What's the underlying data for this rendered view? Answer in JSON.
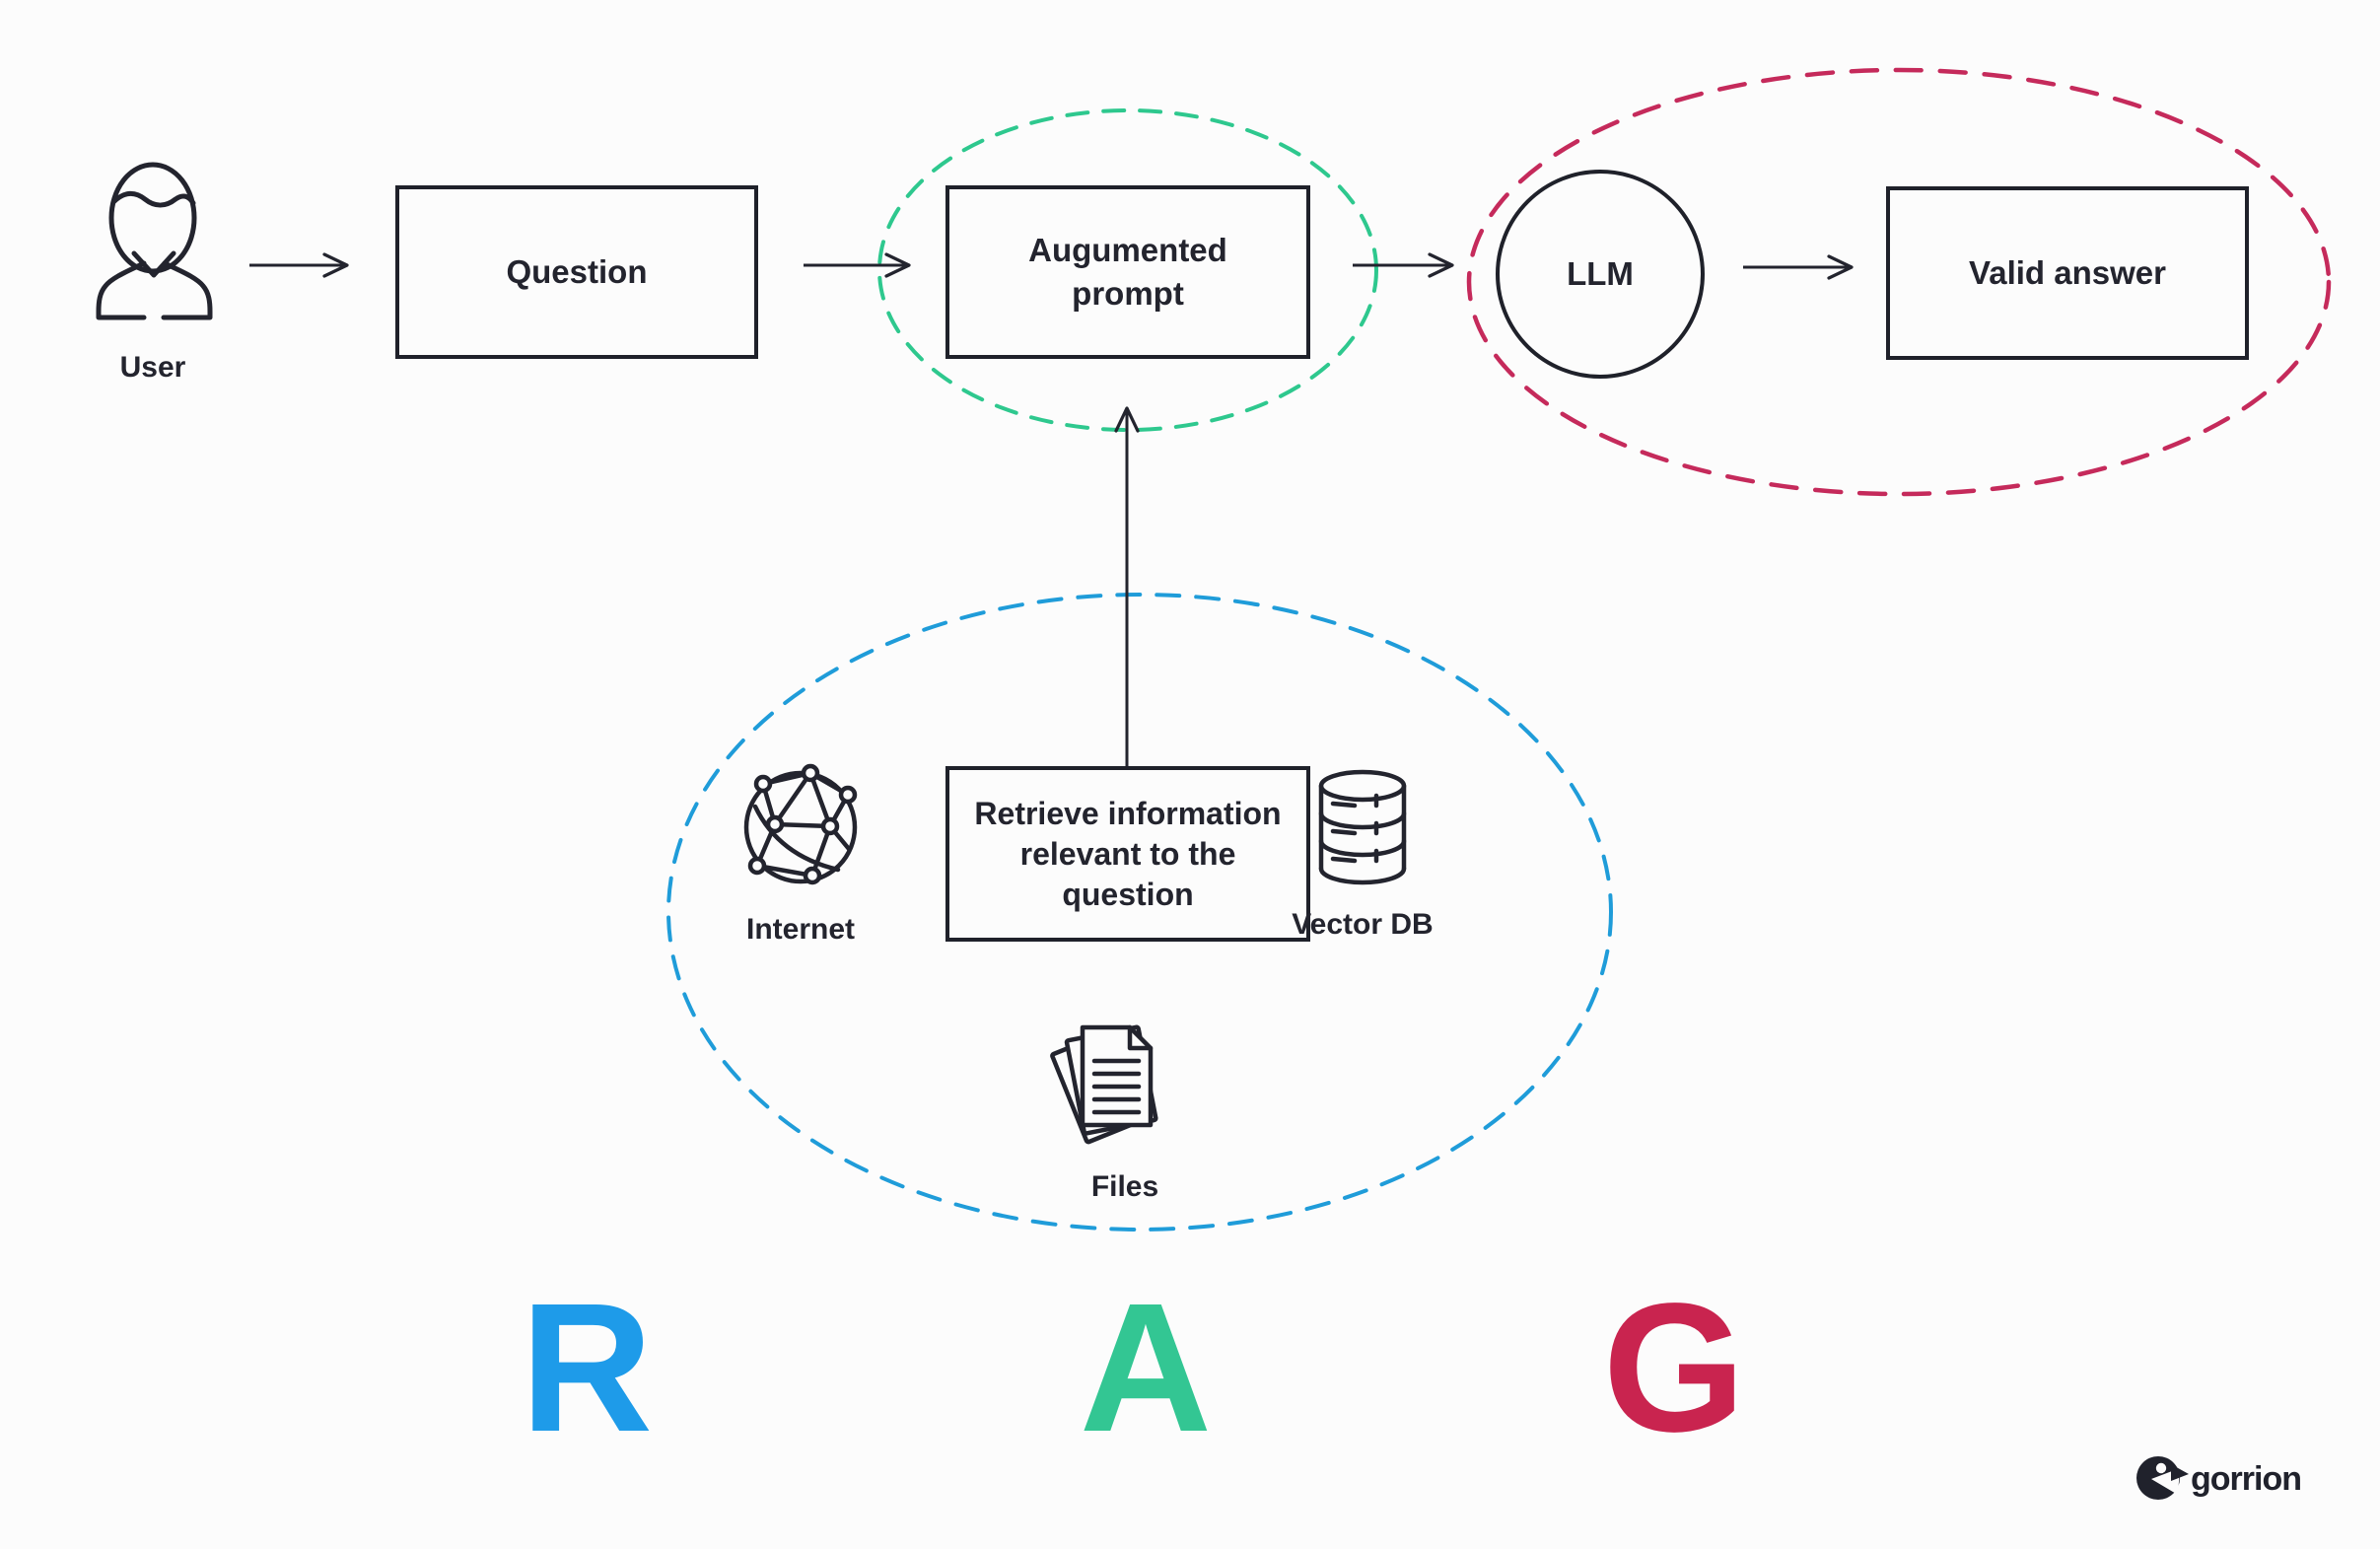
{
  "colors": {
    "background": "#FCFCFC",
    "ink": "#23242E",
    "retrieval_blue": "#1F9CD9",
    "augmentation_green": "#2EC88E",
    "generation_crimson": "#C52A5B",
    "letter_r_blue": "#1E9BE9",
    "letter_a_green": "#33C693",
    "letter_g_crimson": "#C9244F",
    "brand_ink": "#20222C"
  },
  "flow": {
    "user_label": "User",
    "question_label": "Question",
    "augmented_prompt_lines": [
      "Augumented",
      "prompt"
    ],
    "llm_label": "LLM",
    "valid_answer_label": "Valid answer"
  },
  "retrieval_group": {
    "internet_label": "Internet",
    "retrieve_lines": [
      "Retrieve information",
      "relevant to the",
      "question"
    ],
    "vector_db_label": "Vector DB",
    "files_label": "Files"
  },
  "acronym": {
    "r": "R",
    "a": "A",
    "g": "G"
  },
  "brand": {
    "wordmark": "gorrion"
  }
}
